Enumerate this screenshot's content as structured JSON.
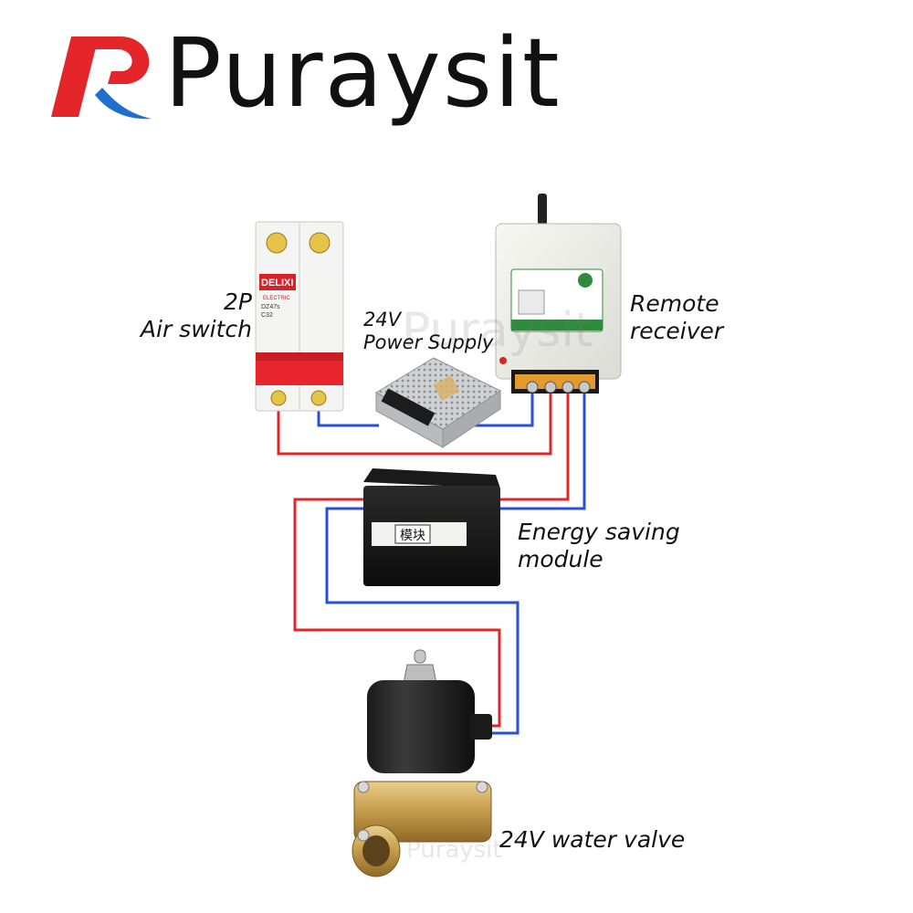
{
  "brand": {
    "name": "Puraysit",
    "logo_letter": "R",
    "colors": {
      "logo_red": "#e4262b",
      "logo_blue": "#1f6fd1",
      "text": "#111111"
    }
  },
  "watermark": {
    "text": "Puraysit"
  },
  "wire_colors": {
    "live": "#e0262a",
    "neutral": "#2a4fd8"
  },
  "components": {
    "breaker": {
      "lines": [
        "2P",
        "Air switch"
      ],
      "brand_text": "DELIXI",
      "brand_sub": "ELECTRIC",
      "model": "DZ47s",
      "rating": "C32"
    },
    "psu": {
      "lines": [
        "24V",
        "Power Supply"
      ]
    },
    "receiver": {
      "lines": [
        "Remote",
        "receiver"
      ]
    },
    "module": {
      "lines": [
        "Energy saving",
        "module"
      ],
      "face_text": "模块"
    },
    "valve": {
      "lines": [
        "24V water valve"
      ]
    }
  }
}
